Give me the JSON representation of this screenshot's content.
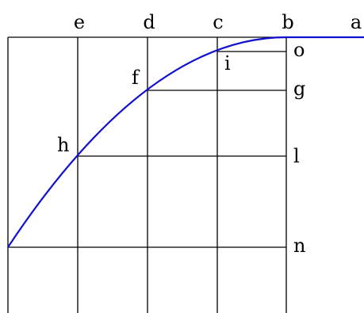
{
  "colors": {
    "grid": "#000000",
    "curve": "#1010d0",
    "background": "#ffffff"
  },
  "labels": {
    "a": "a",
    "b": "b",
    "c": "c",
    "d": "d",
    "e": "e",
    "f": "f",
    "g": "g",
    "h": "h",
    "i": "i",
    "l": "l",
    "n": "n",
    "o": "o"
  }
}
